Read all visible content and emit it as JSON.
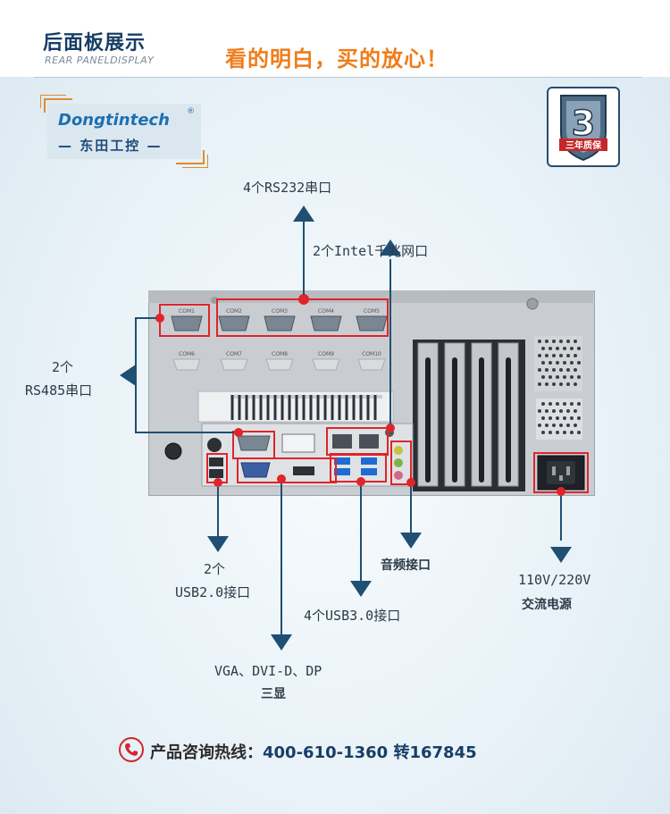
{
  "header": {
    "title": "后面板展示",
    "subtitle": "REAR PANELDISPLAY",
    "slogan": "看的明白，买的放心！"
  },
  "logo": {
    "brand": "Dongtintech",
    "reg_mark": "®",
    "chinese": "— 东田工控 —"
  },
  "warranty_badge": {
    "number": "3",
    "text": "三年质保"
  },
  "chassis": {
    "com_ports_top": [
      "COM1",
      "COM2",
      "COM3",
      "COM4",
      "COM5"
    ],
    "com_ports_bottom": [
      "COM6",
      "COM7",
      "COM8",
      "COM9",
      "COM10"
    ]
  },
  "callouts": {
    "rs232": "4个RS232串口",
    "lan": "2个Intel千兆网口",
    "rs485_count": "2个",
    "rs485_name": "RS485串口",
    "usb2_count": "2个",
    "usb2_name": "USB2.0接口",
    "audio": "音频接口",
    "usb3": "4个USB3.0接口",
    "power_voltage": "110V/220V",
    "power_name": "交流电源",
    "display_types": "VGA、DVI-D、DP",
    "display_name": "三显"
  },
  "hotline": {
    "label": "产品咨询热线：",
    "number": "400-610-1360",
    "ext": "转167845"
  },
  "colors": {
    "accent_orange": "#ef7d1a",
    "navy": "#173e66",
    "arrow_blue": "#1f4f73",
    "highlight_red": "#e0242a"
  }
}
